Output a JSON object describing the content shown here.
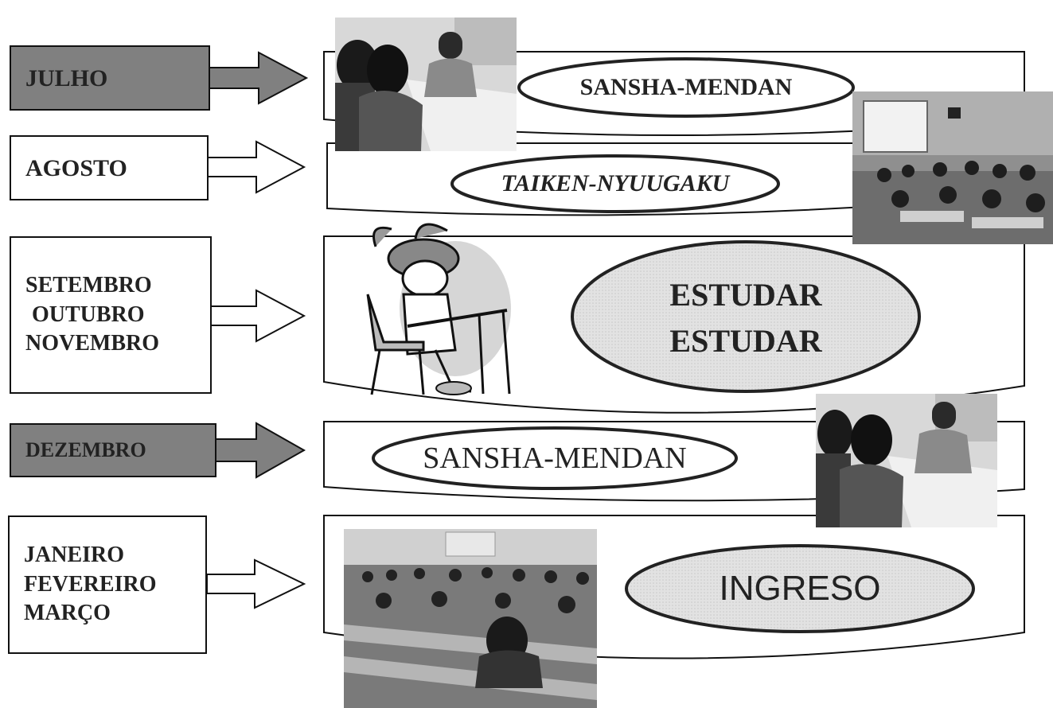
{
  "months": [
    {
      "id": "julho",
      "lines": [
        "JULHO"
      ]
    },
    {
      "id": "agosto",
      "lines": [
        "AGOSTO"
      ]
    },
    {
      "id": "set-out-nov",
      "lines": [
        "SETEMBRO",
        "OUTUBRO",
        "NOVEMBRO"
      ]
    },
    {
      "id": "dezembro",
      "lines": [
        "DEZEMBRO"
      ]
    },
    {
      "id": "jan-fev-mar",
      "lines": [
        "JANEIRO",
        "FEVEREIRO",
        "MARÇO"
      ]
    }
  ],
  "events": [
    {
      "id": "sansha-1",
      "text": "SANSHA-MENDAN"
    },
    {
      "id": "taiken",
      "text": "TAIKEN-NYUUGAKU"
    },
    {
      "id": "estudar",
      "lines": [
        "ESTUDAR",
        "ESTUDAR"
      ]
    },
    {
      "id": "sansha-2",
      "text": "SANSHA-MENDAN"
    },
    {
      "id": "ingreso",
      "text": "INGRESO"
    }
  ],
  "icons": {
    "interview_photo": "interview-photo-icon",
    "classroom_photo": "classroom-photo-icon",
    "student_studying": "student-studying-icon",
    "exam_hall_photo": "exam-hall-photo-icon"
  }
}
